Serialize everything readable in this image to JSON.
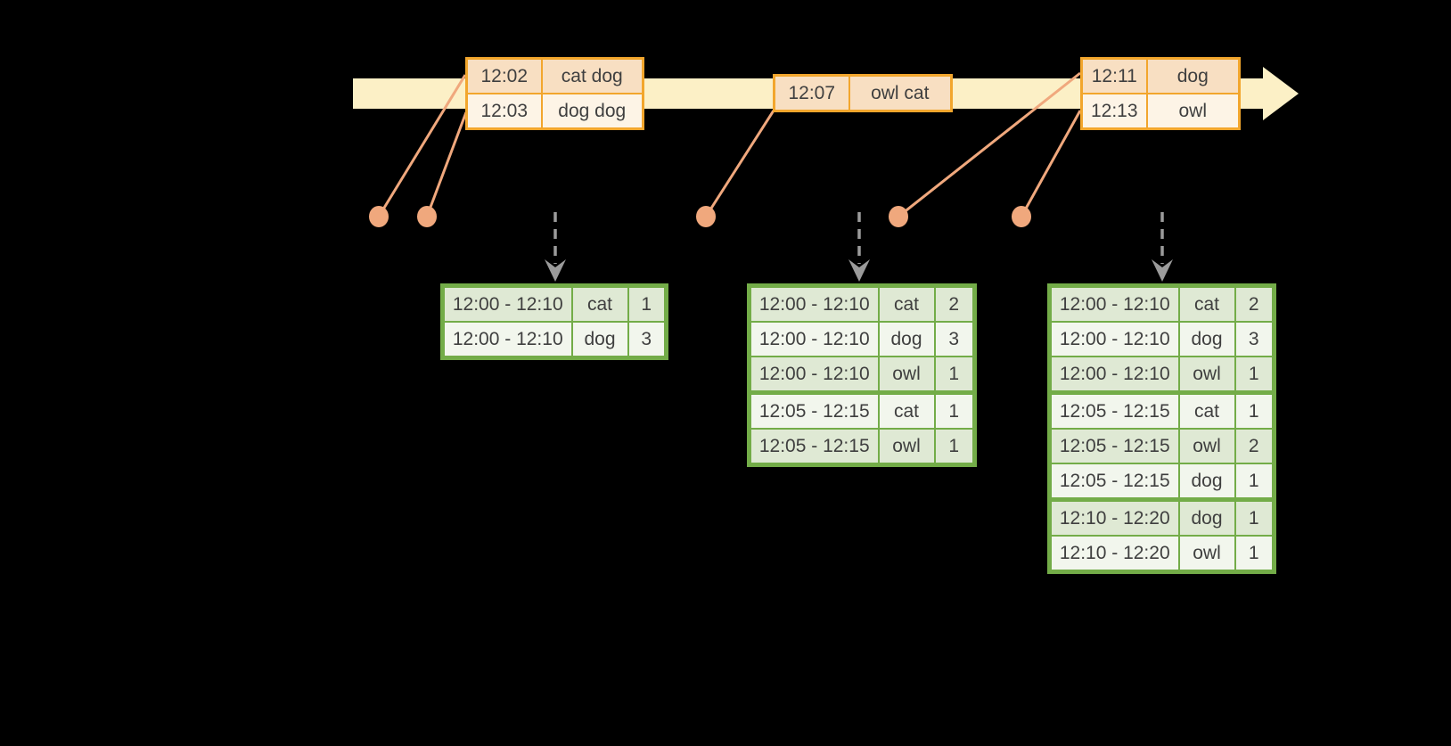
{
  "colors": {
    "background": "#000000",
    "timeline_fill": "#FCF0C6",
    "event_border": "#F2A62D",
    "event_row_odd": "#F8DFC2",
    "event_row_even": "#FDF4E6",
    "connector": "#F0A87D",
    "trigger_arrow": "#9B9B9B",
    "result_border": "#73AC48",
    "result_row_odd": "#DFE9D4",
    "result_row_even": "#F2F6ED",
    "text": "#3F3F3F"
  },
  "icons": {
    "timeline_arrowhead": "right-pointing solid triangle (cream)",
    "event_connector_dot": "salmon filled circle",
    "trigger_arrow": "gray dashed vertical arrow with chevron head"
  },
  "timeline": {
    "event_tables": [
      {
        "rows": [
          {
            "time": "12:02",
            "words": "cat dog"
          },
          {
            "time": "12:03",
            "words": "dog dog"
          }
        ]
      },
      {
        "rows": [
          {
            "time": "12:07",
            "words": "owl cat"
          }
        ]
      },
      {
        "rows": [
          {
            "time": "12:11",
            "words": "dog"
          },
          {
            "time": "12:13",
            "words": "owl"
          }
        ]
      }
    ]
  },
  "result_tables": [
    {
      "rows": [
        {
          "window": "12:00 - 12:10",
          "word": "cat",
          "count": "1"
        },
        {
          "window": "12:00 - 12:10",
          "word": "dog",
          "count": "3"
        }
      ]
    },
    {
      "rows": [
        {
          "window": "12:00 - 12:10",
          "word": "cat",
          "count": "2"
        },
        {
          "window": "12:00 - 12:10",
          "word": "dog",
          "count": "3"
        },
        {
          "window": "12:00 - 12:10",
          "word": "owl",
          "count": "1"
        },
        {
          "window": "12:05 - 12:15",
          "word": "cat",
          "count": "1"
        },
        {
          "window": "12:05 - 12:15",
          "word": "owl",
          "count": "1"
        }
      ]
    },
    {
      "rows": [
        {
          "window": "12:00 - 12:10",
          "word": "cat",
          "count": "2"
        },
        {
          "window": "12:00 - 12:10",
          "word": "dog",
          "count": "3"
        },
        {
          "window": "12:00 - 12:10",
          "word": "owl",
          "count": "1"
        },
        {
          "window": "12:05 - 12:15",
          "word": "cat",
          "count": "1"
        },
        {
          "window": "12:05 - 12:15",
          "word": "owl",
          "count": "2"
        },
        {
          "window": "12:05 - 12:15",
          "word": "dog",
          "count": "1"
        },
        {
          "window": "12:10 - 12:20",
          "word": "dog",
          "count": "1"
        },
        {
          "window": "12:10 - 12:20",
          "word": "owl",
          "count": "1"
        }
      ]
    }
  ]
}
